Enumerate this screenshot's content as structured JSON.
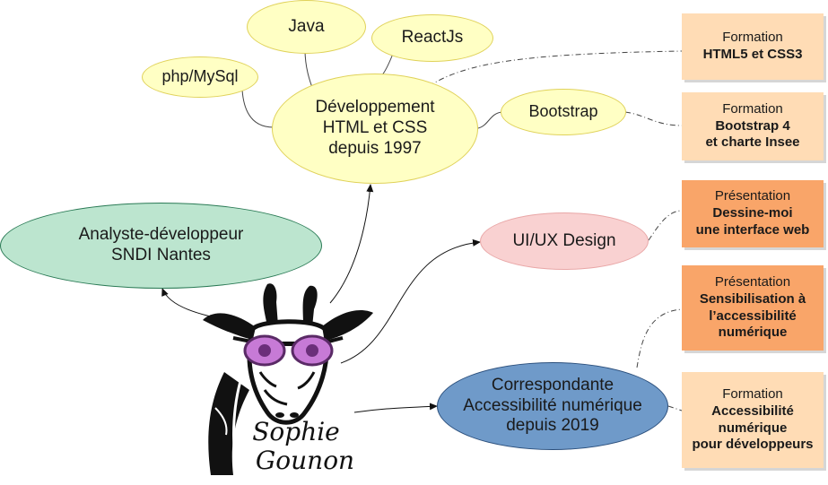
{
  "nodes": {
    "java": "Java",
    "reactjs": "ReactJs",
    "php": "php/MySql",
    "bootstrap": "Bootstrap",
    "dev": [
      "Développement",
      "HTML et CSS",
      "depuis 1997"
    ],
    "analyste": [
      "Analyste-développeur",
      "SNDI Nantes"
    ],
    "uiux": "UI/UX Design",
    "correspondante": [
      "Correspondante",
      "Accessibilité numérique",
      "depuis 2019"
    ]
  },
  "cards": [
    {
      "kind": "Formation",
      "lines": [
        "HTML5 et CSS3"
      ],
      "style": "light"
    },
    {
      "kind": "Formation",
      "lines": [
        "Bootstrap 4",
        "et charte Insee"
      ],
      "style": "light"
    },
    {
      "kind": "Présentation",
      "lines": [
        "Dessine-moi",
        "une interface web"
      ],
      "style": "dark"
    },
    {
      "kind": "Présentation",
      "lines": [
        "Sensibilisation à",
        "l’accessibilité",
        "numérique"
      ],
      "style": "dark"
    },
    {
      "kind": "Formation",
      "lines": [
        "Accessibilité",
        "numérique",
        "pour développeurs"
      ],
      "style": "light"
    }
  ],
  "logo": {
    "name_line1": "Sophie",
    "name_line2": "Gounon"
  },
  "colors": {
    "yellow": "#ffffc4",
    "green": "#bce5cf",
    "pink": "#f9d1d1",
    "blue": "#6f9ac9",
    "card_light": "#ffdcb5",
    "card_dark": "#f9a569",
    "lens_purple": "#c77ad6"
  }
}
